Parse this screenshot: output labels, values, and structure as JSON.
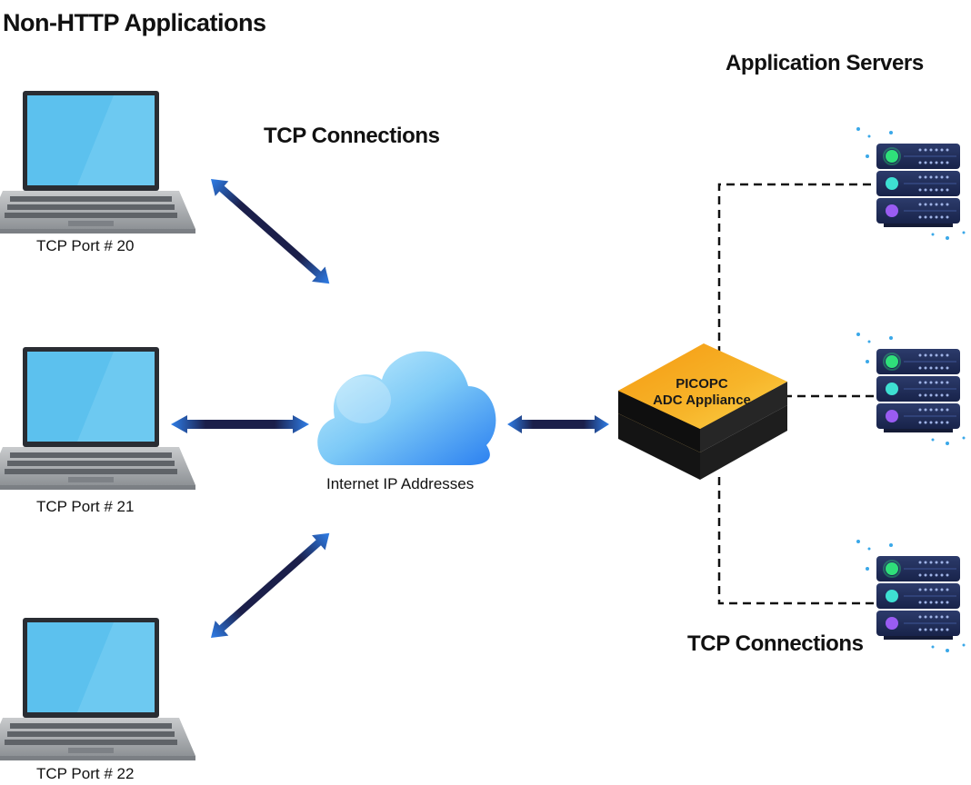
{
  "title": "Non-HTTP Applications",
  "servers_heading": "Application Servers",
  "tcp_connections_top": "TCP Connections",
  "tcp_connections_bottom": "TCP Connections",
  "cloud_label": "Internet IP Addresses",
  "adc_line1": "PICOPC",
  "adc_line2": "ADC Appliance",
  "clients": [
    {
      "label": "TCP Port # 20"
    },
    {
      "label": "TCP Port # 21"
    },
    {
      "label": "TCP Port # 22"
    }
  ],
  "colors": {
    "laptop_screen": "#63c5f0",
    "laptop_body": "#9fa3a7",
    "arrow_dark": "#1b1f4a",
    "arrow_light": "#2f7ee8",
    "cloud_light": "#a8e4fb",
    "cloud_dark": "#2f86f0",
    "adc_orange": "#f7a11a",
    "adc_black": "#141414",
    "server_body": "#1f2d55",
    "led_green": "#2fe07a",
    "led_teal": "#3ee0d2",
    "led_purple": "#9a5cf2"
  }
}
